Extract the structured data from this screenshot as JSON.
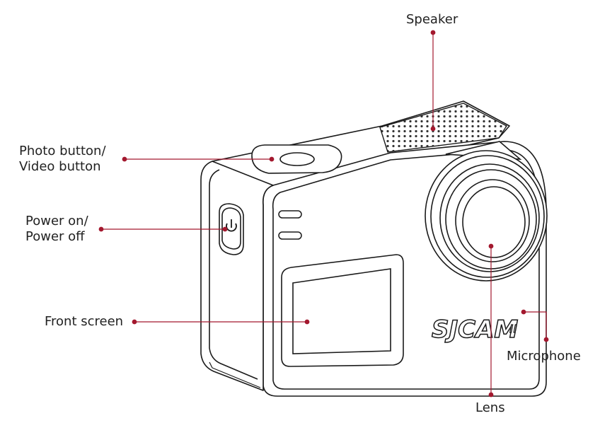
{
  "labels": {
    "speaker": "Speaker",
    "photo_button": [
      "Photo  button/",
      "Video button"
    ],
    "power": [
      "Power on/",
      "Power off"
    ],
    "front_screen": "Front screen",
    "lens": "Lens",
    "microphone": "Microphone"
  },
  "brand": {
    "logo_text": "SJCAM"
  },
  "colors": {
    "leader_line": "#a3182e",
    "outline": "#1a1a1a",
    "text": "#222222"
  }
}
